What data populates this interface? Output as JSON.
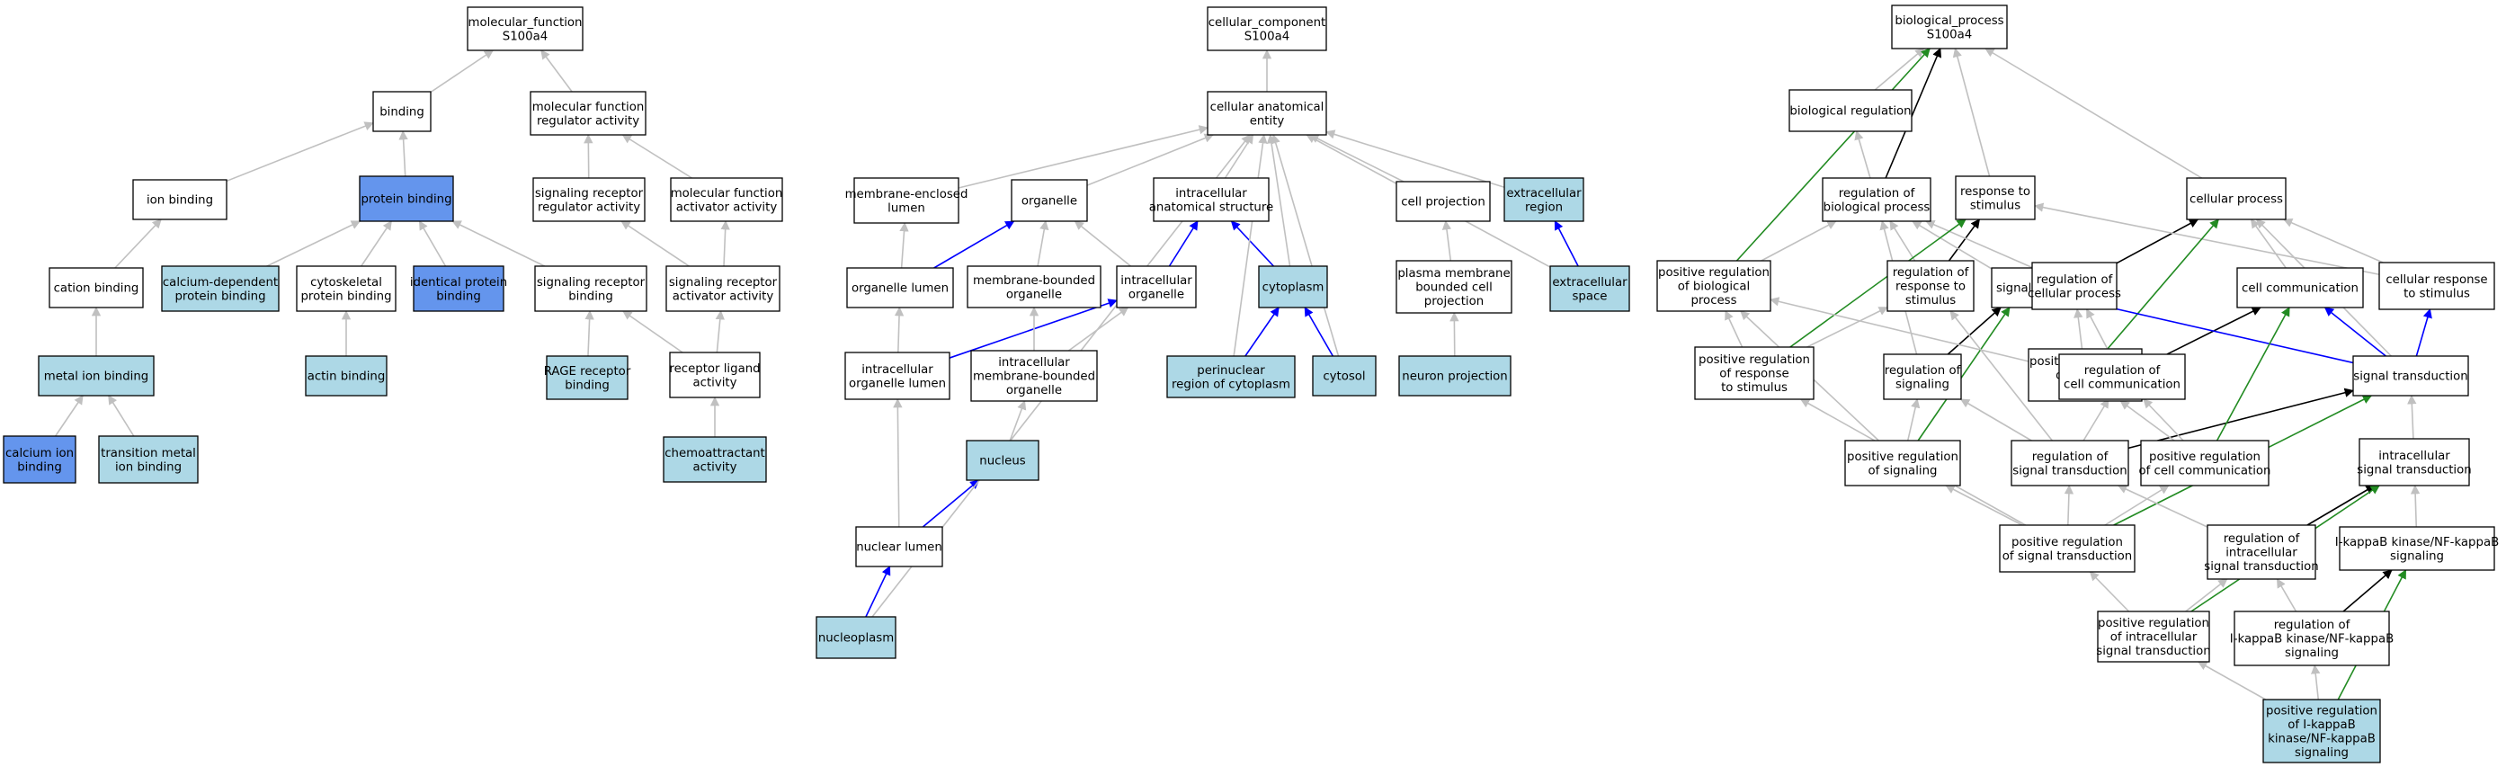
{
  "colors": {
    "plain": "#ffffff",
    "light": "#add8e6",
    "strong": "#6495ed",
    "edge_gray": "#c0c0c0",
    "edge_black": "#000000",
    "edge_blue": "#0000ff",
    "edge_green": "#228b22"
  },
  "nodes": [
    {
      "id": "mf",
      "lines": [
        "molecular_function",
        "S100a4"
      ],
      "fill": "plain"
    },
    {
      "id": "binding",
      "lines": [
        "binding"
      ],
      "fill": "plain"
    },
    {
      "id": "mfreg",
      "lines": [
        "molecular function",
        "regulator activity"
      ],
      "fill": "plain"
    },
    {
      "id": "ionbind",
      "lines": [
        "ion binding"
      ],
      "fill": "plain"
    },
    {
      "id": "protbind",
      "lines": [
        "protein binding"
      ],
      "fill": "strong"
    },
    {
      "id": "srra",
      "lines": [
        "signaling receptor",
        "regulator activity"
      ],
      "fill": "plain"
    },
    {
      "id": "mfact",
      "lines": [
        "molecular function",
        "activator activity"
      ],
      "fill": "plain"
    },
    {
      "id": "cationbind",
      "lines": [
        "cation binding"
      ],
      "fill": "plain"
    },
    {
      "id": "cadep",
      "lines": [
        "calcium-dependent",
        "protein binding"
      ],
      "fill": "light"
    },
    {
      "id": "cytoskel",
      "lines": [
        "cytoskeletal",
        "protein binding"
      ],
      "fill": "plain"
    },
    {
      "id": "identical",
      "lines": [
        "identical protein",
        "binding"
      ],
      "fill": "strong"
    },
    {
      "id": "srbind",
      "lines": [
        "signaling receptor",
        "binding"
      ],
      "fill": "plain"
    },
    {
      "id": "sraa",
      "lines": [
        "signaling receptor",
        "activator activity"
      ],
      "fill": "plain"
    },
    {
      "id": "metalion",
      "lines": [
        "metal ion binding"
      ],
      "fill": "light"
    },
    {
      "id": "actin",
      "lines": [
        "actin binding"
      ],
      "fill": "light"
    },
    {
      "id": "rage",
      "lines": [
        "RAGE receptor",
        "binding"
      ],
      "fill": "light"
    },
    {
      "id": "rla",
      "lines": [
        "receptor ligand",
        "activity"
      ],
      "fill": "plain"
    },
    {
      "id": "caion",
      "lines": [
        "calcium ion",
        "binding"
      ],
      "fill": "strong"
    },
    {
      "id": "transmetal",
      "lines": [
        "transition metal",
        "ion binding"
      ],
      "fill": "light"
    },
    {
      "id": "chemo",
      "lines": [
        "chemoattractant",
        "activity"
      ],
      "fill": "light"
    },
    {
      "id": "cc",
      "lines": [
        "cellular_component",
        "S100a4"
      ],
      "fill": "plain"
    },
    {
      "id": "cae",
      "lines": [
        "cellular anatomical",
        "entity"
      ],
      "fill": "plain"
    },
    {
      "id": "memlumen",
      "lines": [
        "membrane-enclosed",
        "lumen"
      ],
      "fill": "plain"
    },
    {
      "id": "organelle",
      "lines": [
        "organelle"
      ],
      "fill": "plain"
    },
    {
      "id": "ias",
      "lines": [
        "intracellular",
        "anatomical structure"
      ],
      "fill": "plain"
    },
    {
      "id": "cellproj",
      "lines": [
        "cell projection"
      ],
      "fill": "plain"
    },
    {
      "id": "extreg",
      "lines": [
        "extracellular",
        "region"
      ],
      "fill": "light"
    },
    {
      "id": "orglumen",
      "lines": [
        "organelle lumen"
      ],
      "fill": "plain"
    },
    {
      "id": "mbo",
      "lines": [
        "membrane-bounded",
        "organelle"
      ],
      "fill": "plain"
    },
    {
      "id": "intorg",
      "lines": [
        "intracellular",
        "organelle"
      ],
      "fill": "plain"
    },
    {
      "id": "cytoplasm",
      "lines": [
        "cytoplasm"
      ],
      "fill": "light"
    },
    {
      "id": "pmbcp",
      "lines": [
        "plasma membrane",
        "bounded cell",
        "projection"
      ],
      "fill": "plain"
    },
    {
      "id": "extspace",
      "lines": [
        "extracellular",
        "space"
      ],
      "fill": "light"
    },
    {
      "id": "iol",
      "lines": [
        "intracellular",
        "organelle lumen"
      ],
      "fill": "plain"
    },
    {
      "id": "imbo",
      "lines": [
        "intracellular",
        "membrane-bounded",
        "organelle"
      ],
      "fill": "plain"
    },
    {
      "id": "perinuc",
      "lines": [
        "perinuclear",
        "region of cytoplasm"
      ],
      "fill": "light"
    },
    {
      "id": "cytosol",
      "lines": [
        "cytosol"
      ],
      "fill": "light"
    },
    {
      "id": "neuproj",
      "lines": [
        "neuron projection"
      ],
      "fill": "light"
    },
    {
      "id": "nucleus",
      "lines": [
        "nucleus"
      ],
      "fill": "light"
    },
    {
      "id": "nuclumen",
      "lines": [
        "nuclear lumen"
      ],
      "fill": "plain"
    },
    {
      "id": "nucleoplasm",
      "lines": [
        "nucleoplasm"
      ],
      "fill": "light"
    },
    {
      "id": "bp",
      "lines": [
        "biological_process",
        "S100a4"
      ],
      "fill": "plain"
    },
    {
      "id": "bioreg",
      "lines": [
        "biological regulation"
      ],
      "fill": "plain"
    },
    {
      "id": "rbp",
      "lines": [
        "regulation of",
        "biological process"
      ],
      "fill": "plain"
    },
    {
      "id": "rts",
      "lines": [
        "response to",
        "stimulus"
      ],
      "fill": "plain"
    },
    {
      "id": "cellproc",
      "lines": [
        "cellular process"
      ],
      "fill": "plain"
    },
    {
      "id": "prbp",
      "lines": [
        "positive regulation",
        "of biological",
        "process"
      ],
      "fill": "plain"
    },
    {
      "id": "rrts",
      "lines": [
        "regulation of",
        "response to",
        "stimulus"
      ],
      "fill": "plain"
    },
    {
      "id": "signaling",
      "lines": [
        "signaling"
      ],
      "fill": "plain"
    },
    {
      "id": "rcp",
      "lines": [
        "regulation of",
        "cellular process"
      ],
      "fill": "plain"
    },
    {
      "id": "cellcomm",
      "lines": [
        "cell communication"
      ],
      "fill": "plain"
    },
    {
      "id": "crs",
      "lines": [
        "cellular response",
        "to stimulus"
      ],
      "fill": "plain"
    },
    {
      "id": "prrts",
      "lines": [
        "positive regulation",
        "of response",
        "to stimulus"
      ],
      "fill": "plain"
    },
    {
      "id": "rsig",
      "lines": [
        "regulation of",
        "signaling"
      ],
      "fill": "plain"
    },
    {
      "id": "prcp",
      "lines": [
        "positive regulation",
        "of cellular",
        "process"
      ],
      "fill": "plain"
    },
    {
      "id": "rcc",
      "lines": [
        "regulation of",
        "cell communication"
      ],
      "fill": "plain"
    },
    {
      "id": "sigtrans",
      "lines": [
        "signal transduction"
      ],
      "fill": "plain"
    },
    {
      "id": "prsig",
      "lines": [
        "positive regulation",
        "of signaling"
      ],
      "fill": "plain"
    },
    {
      "id": "rst",
      "lines": [
        "regulation of",
        "signal transduction"
      ],
      "fill": "plain"
    },
    {
      "id": "prcc",
      "lines": [
        "positive regulation",
        "of cell communication"
      ],
      "fill": "plain"
    },
    {
      "id": "ist",
      "lines": [
        "intracellular",
        "signal transduction"
      ],
      "fill": "plain"
    },
    {
      "id": "prst",
      "lines": [
        "positive regulation",
        "of signal transduction"
      ],
      "fill": "plain"
    },
    {
      "id": "rist",
      "lines": [
        "regulation of",
        "intracellular",
        "signal transduction"
      ],
      "fill": "plain"
    },
    {
      "id": "ikk",
      "lines": [
        "I-kappaB kinase/NF-kappaB",
        "signaling"
      ],
      "fill": "plain"
    },
    {
      "id": "prist",
      "lines": [
        "positive regulation",
        "of intracellular",
        "signal transduction"
      ],
      "fill": "plain"
    },
    {
      "id": "rikk",
      "lines": [
        "regulation of",
        "I-kappaB kinase/NF-kappaB",
        "signaling"
      ],
      "fill": "plain"
    },
    {
      "id": "prikk",
      "lines": [
        "positive regulation",
        "of I-kappaB",
        "kinase/NF-kappaB",
        "signaling"
      ],
      "fill": "light"
    }
  ],
  "edges": [
    [
      "binding",
      "mf",
      "gray"
    ],
    [
      "mfreg",
      "mf",
      "gray"
    ],
    [
      "ionbind",
      "binding",
      "gray"
    ],
    [
      "protbind",
      "binding",
      "gray"
    ],
    [
      "srra",
      "mfreg",
      "gray"
    ],
    [
      "mfact",
      "mfreg",
      "gray"
    ],
    [
      "cationbind",
      "ionbind",
      "gray"
    ],
    [
      "cadep",
      "protbind",
      "gray"
    ],
    [
      "cytoskel",
      "protbind",
      "gray"
    ],
    [
      "identical",
      "protbind",
      "gray"
    ],
    [
      "srbind",
      "protbind",
      "gray"
    ],
    [
      "sraa",
      "srra",
      "gray"
    ],
    [
      "sraa",
      "mfact",
      "gray"
    ],
    [
      "metalion",
      "cationbind",
      "gray"
    ],
    [
      "actin",
      "cytoskel",
      "gray"
    ],
    [
      "rage",
      "srbind",
      "gray"
    ],
    [
      "rla",
      "srbind",
      "gray"
    ],
    [
      "rla",
      "sraa",
      "gray"
    ],
    [
      "caion",
      "metalion",
      "gray"
    ],
    [
      "transmetal",
      "metalion",
      "gray"
    ],
    [
      "chemo",
      "rla",
      "gray"
    ],
    [
      "cae",
      "cc",
      "gray"
    ],
    [
      "memlumen",
      "cae",
      "gray"
    ],
    [
      "organelle",
      "cae",
      "gray"
    ],
    [
      "ias",
      "cae",
      "gray"
    ],
    [
      "cellproj",
      "cae",
      "gray"
    ],
    [
      "extreg",
      "cae",
      "gray"
    ],
    [
      "orglumen",
      "memlumen",
      "gray"
    ],
    [
      "orglumen",
      "organelle",
      "blue"
    ],
    [
      "mbo",
      "organelle",
      "gray"
    ],
    [
      "intorg",
      "organelle",
      "gray"
    ],
    [
      "intorg",
      "ias",
      "blue"
    ],
    [
      "cytoplasm",
      "ias",
      "blue"
    ],
    [
      "cytoplasm",
      "cae",
      "gray"
    ],
    [
      "pmbcp",
      "cellproj",
      "gray"
    ],
    [
      "extspace",
      "extreg",
      "blue"
    ],
    [
      "extspace",
      "cae",
      "gray"
    ],
    [
      "iol",
      "orglumen",
      "gray"
    ],
    [
      "iol",
      "intorg",
      "blue"
    ],
    [
      "imbo",
      "mbo",
      "gray"
    ],
    [
      "imbo",
      "intorg",
      "gray"
    ],
    [
      "perinuc",
      "cytoplasm",
      "blue"
    ],
    [
      "perinuc",
      "cae",
      "gray"
    ],
    [
      "cytosol",
      "cytoplasm",
      "blue"
    ],
    [
      "cytosol",
      "cae",
      "gray"
    ],
    [
      "neuproj",
      "pmbcp",
      "gray"
    ],
    [
      "nucleus",
      "imbo",
      "gray"
    ],
    [
      "nuclumen",
      "iol",
      "gray"
    ],
    [
      "nuclumen",
      "nucleus",
      "blue"
    ],
    [
      "nucleoplasm",
      "nuclumen",
      "blue"
    ],
    [
      "nucleoplasm",
      "cae",
      "gray"
    ],
    [
      "bioreg",
      "bp",
      "gray"
    ],
    [
      "rts",
      "bp",
      "gray"
    ],
    [
      "cellproc",
      "bp",
      "gray"
    ],
    [
      "rbp",
      "bioreg",
      "gray"
    ],
    [
      "rbp",
      "bp",
      "black"
    ],
    [
      "prbp",
      "rbp",
      "gray"
    ],
    [
      "prbp",
      "bp",
      "green"
    ],
    [
      "rrts",
      "rbp",
      "gray"
    ],
    [
      "rrts",
      "rts",
      "black"
    ],
    [
      "signaling",
      "rbp",
      "gray"
    ],
    [
      "rcp",
      "rbp",
      "gray"
    ],
    [
      "rcp",
      "cellproc",
      "black"
    ],
    [
      "cellcomm",
      "cellproc",
      "gray"
    ],
    [
      "crs",
      "cellproc",
      "gray"
    ],
    [
      "crs",
      "rts",
      "gray"
    ],
    [
      "prrts",
      "prbp",
      "gray"
    ],
    [
      "prrts",
      "rrts",
      "gray"
    ],
    [
      "prrts",
      "rts",
      "green"
    ],
    [
      "rsig",
      "rbp",
      "gray"
    ],
    [
      "rsig",
      "signaling",
      "black"
    ],
    [
      "prcp",
      "prbp",
      "gray"
    ],
    [
      "prcp",
      "rcp",
      "gray"
    ],
    [
      "prcp",
      "cellproc",
      "green"
    ],
    [
      "rcc",
      "rcp",
      "gray"
    ],
    [
      "rcc",
      "cellcomm",
      "black"
    ],
    [
      "sigtrans",
      "signaling",
      "blue"
    ],
    [
      "sigtrans",
      "cellcomm",
      "blue"
    ],
    [
      "sigtrans",
      "crs",
      "blue"
    ],
    [
      "sigtrans",
      "cellproc",
      "gray"
    ],
    [
      "prsig",
      "prbp",
      "gray"
    ],
    [
      "prsig",
      "rsig",
      "gray"
    ],
    [
      "prsig",
      "signaling",
      "green"
    ],
    [
      "rst",
      "rsig",
      "gray"
    ],
    [
      "rst",
      "rcc",
      "gray"
    ],
    [
      "rst",
      "sigtrans",
      "black"
    ],
    [
      "rst",
      "rrts",
      "gray"
    ],
    [
      "prcc",
      "prcp",
      "gray"
    ],
    [
      "prcc",
      "rcc",
      "gray"
    ],
    [
      "prcc",
      "cellcomm",
      "green"
    ],
    [
      "ist",
      "sigtrans",
      "gray"
    ],
    [
      "prst",
      "prsig",
      "gray"
    ],
    [
      "prst",
      "rst",
      "gray"
    ],
    [
      "prst",
      "prcc",
      "gray"
    ],
    [
      "prst",
      "prrts",
      "gray"
    ],
    [
      "prst",
      "sigtrans",
      "green"
    ],
    [
      "rist",
      "rst",
      "gray"
    ],
    [
      "rist",
      "ist",
      "black"
    ],
    [
      "ikk",
      "ist",
      "gray"
    ],
    [
      "prist",
      "prst",
      "gray"
    ],
    [
      "prist",
      "rist",
      "gray"
    ],
    [
      "prist",
      "ist",
      "green"
    ],
    [
      "rikk",
      "rist",
      "gray"
    ],
    [
      "rikk",
      "ikk",
      "black"
    ],
    [
      "prikk",
      "prist",
      "gray"
    ],
    [
      "prikk",
      "rikk",
      "gray"
    ],
    [
      "prikk",
      "ikk",
      "green"
    ]
  ]
}
